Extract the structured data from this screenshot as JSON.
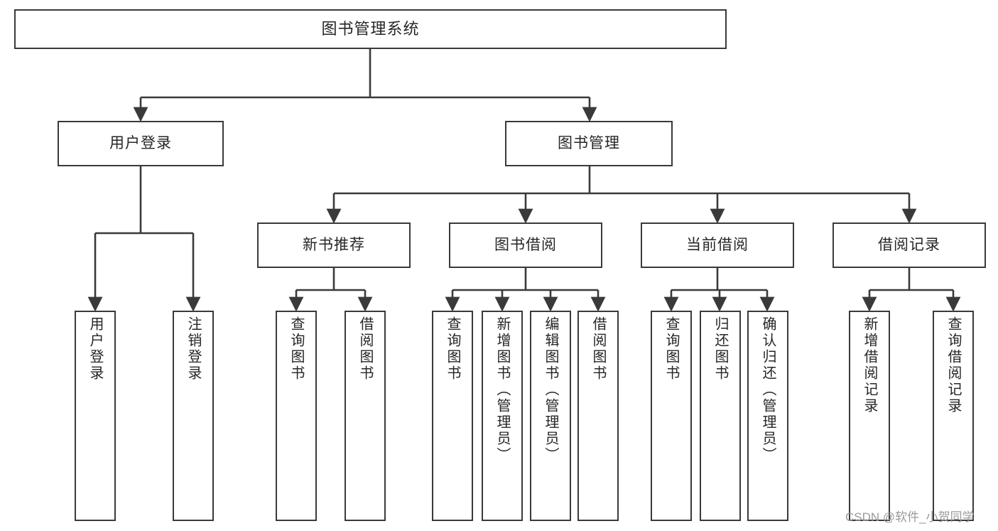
{
  "diagram": {
    "title": "图书管理系统",
    "type": "tree",
    "watermark": "CSDN @软件_小贺同学",
    "colors": {
      "node_border": "#3a3a3a",
      "node_fill": "#ffffff",
      "edge": "#3a3a3a",
      "text": "#262626",
      "watermark": "#9a9a9a",
      "background": "#ffffff"
    },
    "nodes": {
      "root": {
        "label": "图书管理系统"
      },
      "level1": [
        {
          "id": "user-login",
          "label": "用户登录"
        },
        {
          "id": "book-manage",
          "label": "图书管理"
        }
      ],
      "level2": [
        {
          "id": "new-book-recommend",
          "label": "新书推荐"
        },
        {
          "id": "book-borrow",
          "label": "图书借阅"
        },
        {
          "id": "current-borrow",
          "label": "当前借阅"
        },
        {
          "id": "borrow-record",
          "label": "借阅记录"
        }
      ],
      "leaves": {
        "user-login": [
          {
            "id": "leaf-user-login",
            "label": "用户登录"
          },
          {
            "id": "leaf-user-logout",
            "label": "注销登录"
          }
        ],
        "new-book-recommend": [
          {
            "id": "leaf-query-book-1",
            "label": "查询图书"
          },
          {
            "id": "leaf-borrow-book-1",
            "label": "借阅图书"
          }
        ],
        "book-borrow": [
          {
            "id": "leaf-query-book-2",
            "label": "查询图书"
          },
          {
            "id": "leaf-add-book",
            "label": "新增图书（管理员）"
          },
          {
            "id": "leaf-edit-book",
            "label": "编辑图书（管理员）"
          },
          {
            "id": "leaf-borrow-book-2",
            "label": "借阅图书"
          }
        ],
        "current-borrow": [
          {
            "id": "leaf-query-book-3",
            "label": "查询图书"
          },
          {
            "id": "leaf-return-book",
            "label": "归还图书"
          },
          {
            "id": "leaf-confirm-return",
            "label": "确认归还（管理员）"
          }
        ],
        "borrow-record": [
          {
            "id": "leaf-add-record",
            "label": "新增借阅记录"
          },
          {
            "id": "leaf-query-record",
            "label": "查询借阅记录"
          }
        ]
      }
    }
  }
}
